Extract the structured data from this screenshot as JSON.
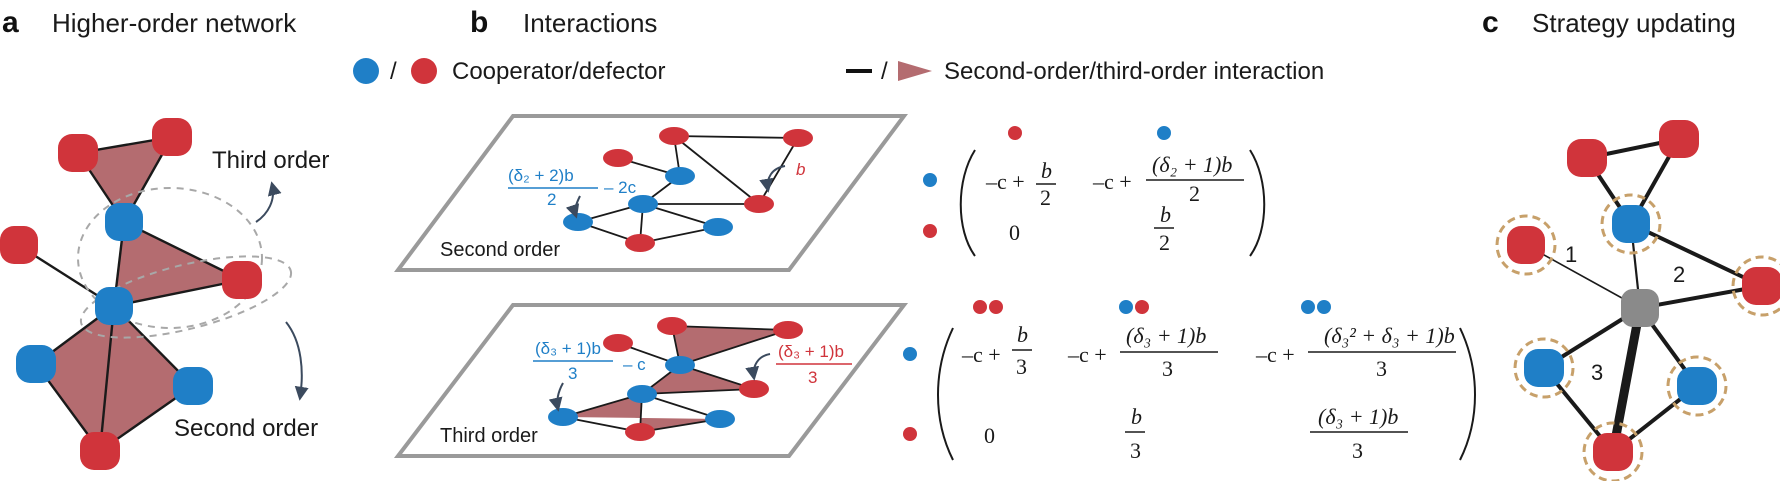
{
  "panels": {
    "a": {
      "letter": "a",
      "title": "Higher-order network",
      "third_order_label": "Third order",
      "second_order_label": "Second order"
    },
    "b": {
      "letter": "b",
      "title": "Interactions",
      "legend_strategy": "Cooperator/defector",
      "legend_interaction": "Second-order/third-order interaction",
      "legend_slash": "/",
      "second_order_plane": "Second order",
      "third_order_plane": "Third order",
      "second_order_annotations": {
        "blue_num": "(δ₂ + 2)b",
        "blue_den": "2",
        "blue_rest": "– 2c",
        "red": "b"
      },
      "third_order_annotations": {
        "blue_num": "(δ₃ + 1)b",
        "blue_den": "3",
        "blue_rest": "– c",
        "red_num": "(δ₃ + 1)b",
        "red_den": "3"
      },
      "matrix2": {
        "r1c1_pre": "–c +",
        "r1c1_num": "b",
        "r1c1_den": "2",
        "r1c2_pre": "–c +",
        "r1c2_num": "(δ₂ + 1)b",
        "r1c2_den": "2",
        "r2c1": "0",
        "r2c2_num": "b",
        "r2c2_den": "2"
      },
      "matrix3": {
        "r1c1_pre": "–c +",
        "r1c1_num": "b",
        "r1c1_den": "3",
        "r1c2_pre": "–c +",
        "r1c2_num": "(δ₃ + 1)b",
        "r1c2_den": "3",
        "r1c3_pre": "–c +",
        "r1c3_num": "(δ₃² + δ₃ + 1)b",
        "r1c3_den": "3",
        "r2c1": "0",
        "r2c2_num": "b",
        "r2c2_den": "3",
        "r2c3_num": "(δ₃ + 1)b",
        "r2c3_den": "3"
      }
    },
    "c": {
      "letter": "c",
      "title": "Strategy updating",
      "edge_labels": [
        "1",
        "2",
        "3"
      ]
    }
  },
  "colors": {
    "cooperator": "#1f7fc7",
    "defector": "#d0343b",
    "hyperedge_fill": "#b46c70",
    "focal": "#8a8a8a",
    "dashed": "#a8a8a8",
    "highlight_ring": "#c7a06a",
    "plane": "#9a9a9a"
  }
}
